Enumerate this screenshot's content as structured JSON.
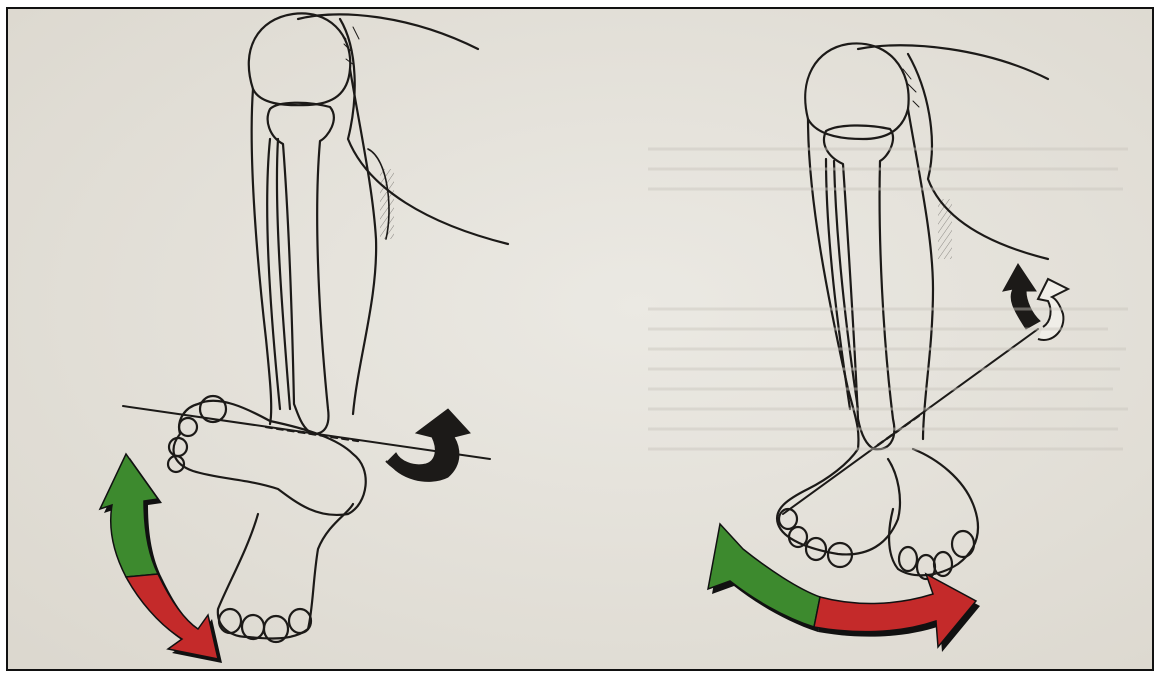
{
  "figure": {
    "panels": [
      {
        "id": "left",
        "motion": "plantarflexion-dorsiflexion",
        "arrow_colors": [
          "#3d8a2e",
          "#c42a2a"
        ]
      },
      {
        "id": "right",
        "motion": "inversion-eversion",
        "arrow_colors": [
          "#3d8a2e",
          "#c42a2a"
        ]
      }
    ],
    "colors": {
      "paper": "#e6e3dc",
      "ink": "#1c1a18",
      "green": "#3d8a2e",
      "red": "#c42a2a",
      "arrow_shadow": "#111111"
    },
    "icons": [
      "rotation-arrow-icon",
      "rotation-arrow-icon"
    ]
  }
}
